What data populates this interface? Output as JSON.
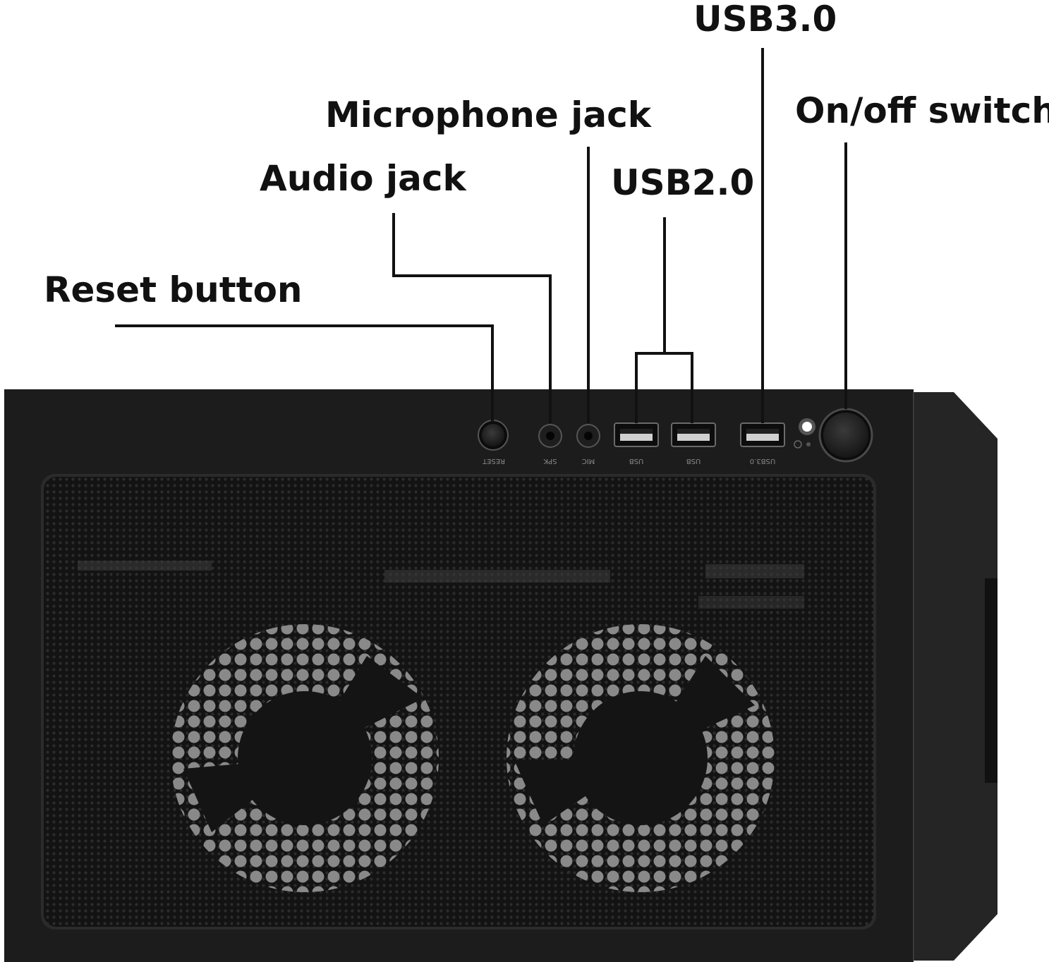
{
  "callouts": {
    "usb3": "USB3.0",
    "microphone": "Microphone jack",
    "onoff": "On/off switch",
    "audio": "Audio jack",
    "usb2": "USB2.0",
    "reset": "Reset button"
  },
  "panel_labels": {
    "reset": "RESET",
    "spk": "SPK",
    "mic": "MIC",
    "usb_a": "USB",
    "usb_b": "USB",
    "usb3": "USB3.0"
  },
  "colors": {
    "case": "#1c1c1c",
    "mesh": "#131313",
    "leader": "#111111",
    "led": "#ffffff"
  }
}
